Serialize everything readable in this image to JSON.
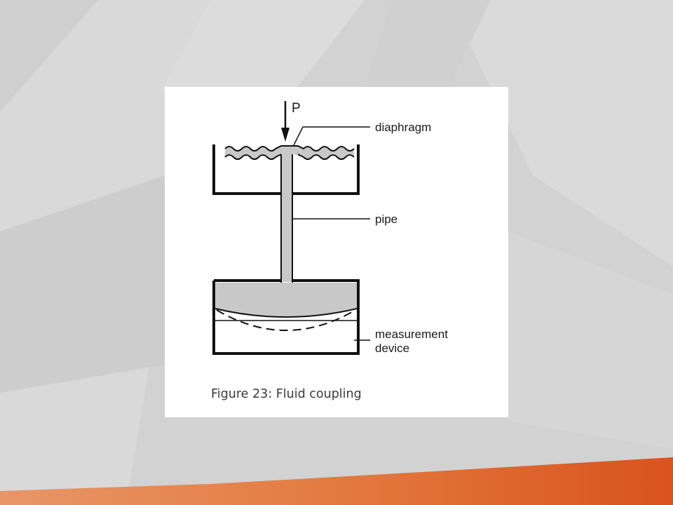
{
  "diagram": {
    "labels": {
      "pressure": "P",
      "diaphragm": "diaphragm",
      "pipe": "pipe",
      "measurement_line1": "measurement",
      "measurement_line2": "device"
    },
    "caption": "Figure 23: Fluid coupling"
  },
  "colors": {
    "background": "#d3d3d3",
    "fluid": "#c8c8c8",
    "outline": "#111111",
    "accent_band": "#e0602a"
  }
}
